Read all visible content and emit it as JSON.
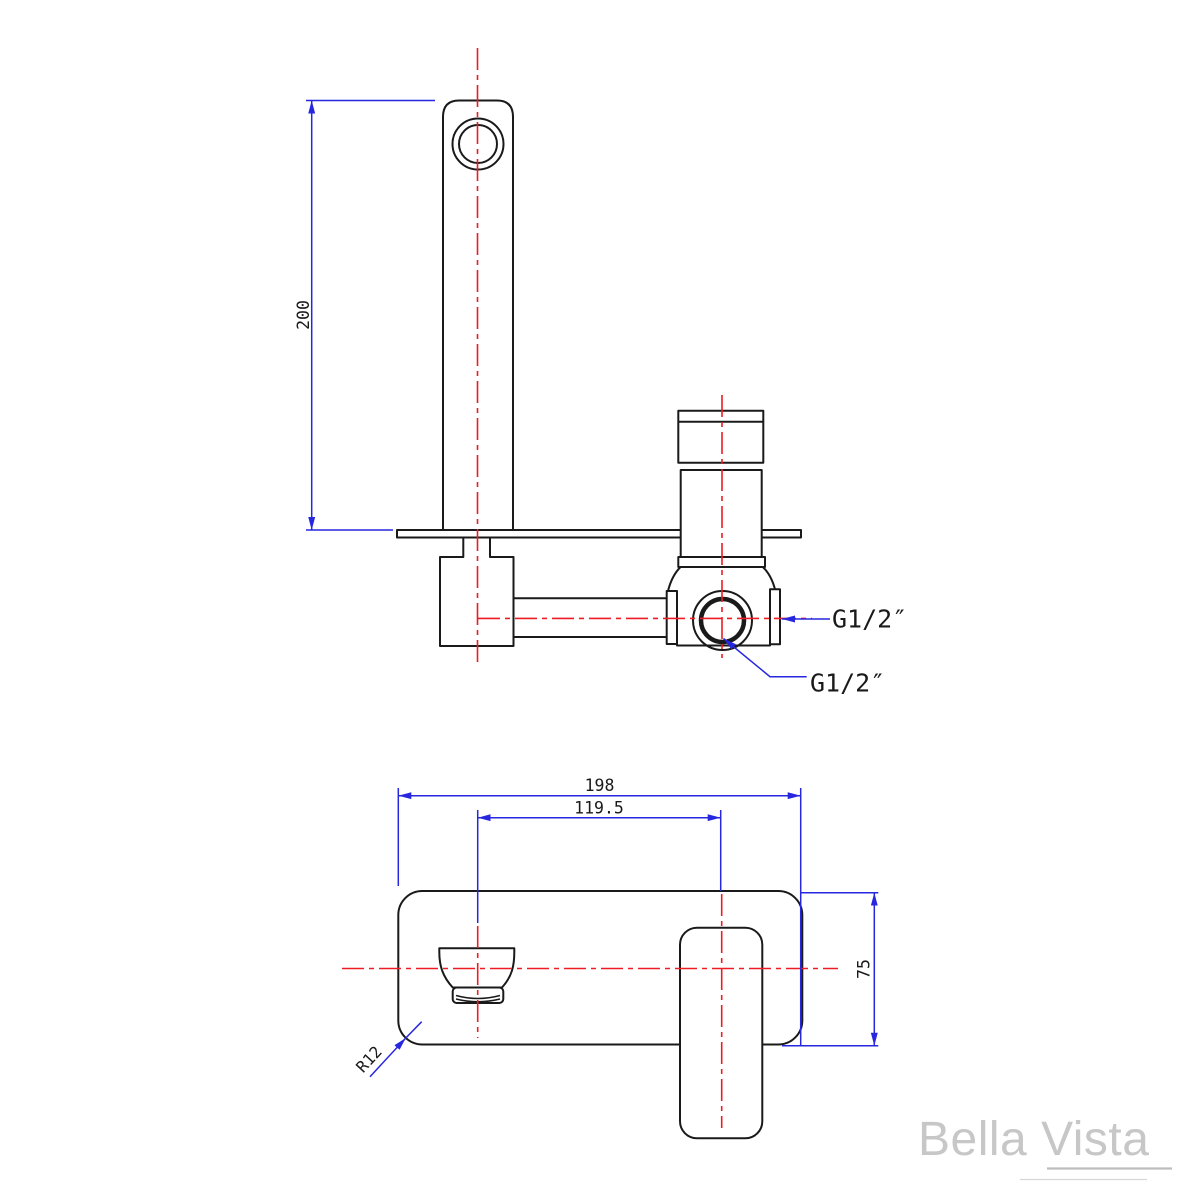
{
  "colors": {
    "outline": "#1a1a1a",
    "centerline_red": "#ED1C24",
    "dimension_blue": "#2727DF",
    "logo_gray": "#c7c7c7"
  },
  "top_view": {
    "dim_height": "200",
    "port_side_label": "G1/2″",
    "port_bottom_label": "G1/2″"
  },
  "bottom_view": {
    "dim_width": "198",
    "dim_spout_to_handle": "119.5",
    "dim_height": "75",
    "dim_corner_radius": "R12"
  },
  "logo": {
    "text": "Bella Vista"
  }
}
